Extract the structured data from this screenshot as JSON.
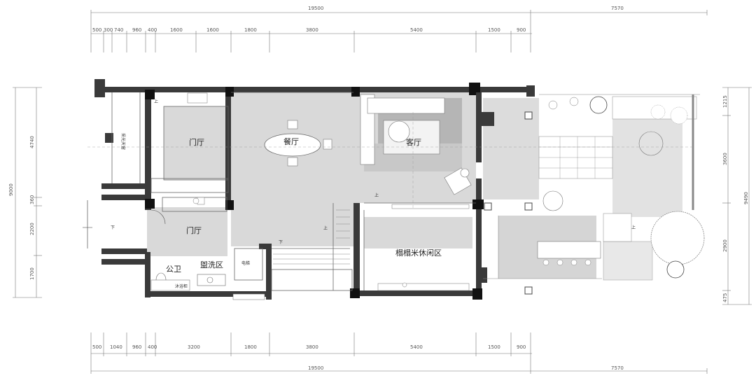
{
  "dimensions": {
    "top_total": [
      "19500",
      "7570"
    ],
    "top_segments": [
      "500",
      "300",
      "740",
      "960",
      "400",
      "1600",
      "1600",
      "1800",
      "3800",
      "5400",
      "1500",
      "900"
    ],
    "bottom_segments": [
      "500",
      "1040",
      "960",
      "400",
      "3200",
      "1800",
      "3800",
      "5400",
      "1500",
      "900"
    ],
    "bottom_total": [
      "19500",
      "7570"
    ],
    "left": [
      "9000",
      "4740",
      "360",
      "2200",
      "1700"
    ],
    "right": [
      "9490",
      "1215",
      "3600",
      "2900",
      "475"
    ]
  },
  "rooms": {
    "entry_hall": "门厅",
    "dining": "餐厅",
    "living": "客厅",
    "foyer": "门厅",
    "tatami": "榻榻米休闲区",
    "washroom": "盥洗区",
    "toilet": "公卫"
  },
  "small_labels": {
    "skylight": "采光天窗",
    "elevator": "电梯",
    "shower_cabinet": "沐浴柜",
    "stair_up_1": "上",
    "stair_up_2": "上",
    "stair_up_3": "上",
    "stair_up_4": "上",
    "stair_down": "下",
    "door_down": "下"
  }
}
